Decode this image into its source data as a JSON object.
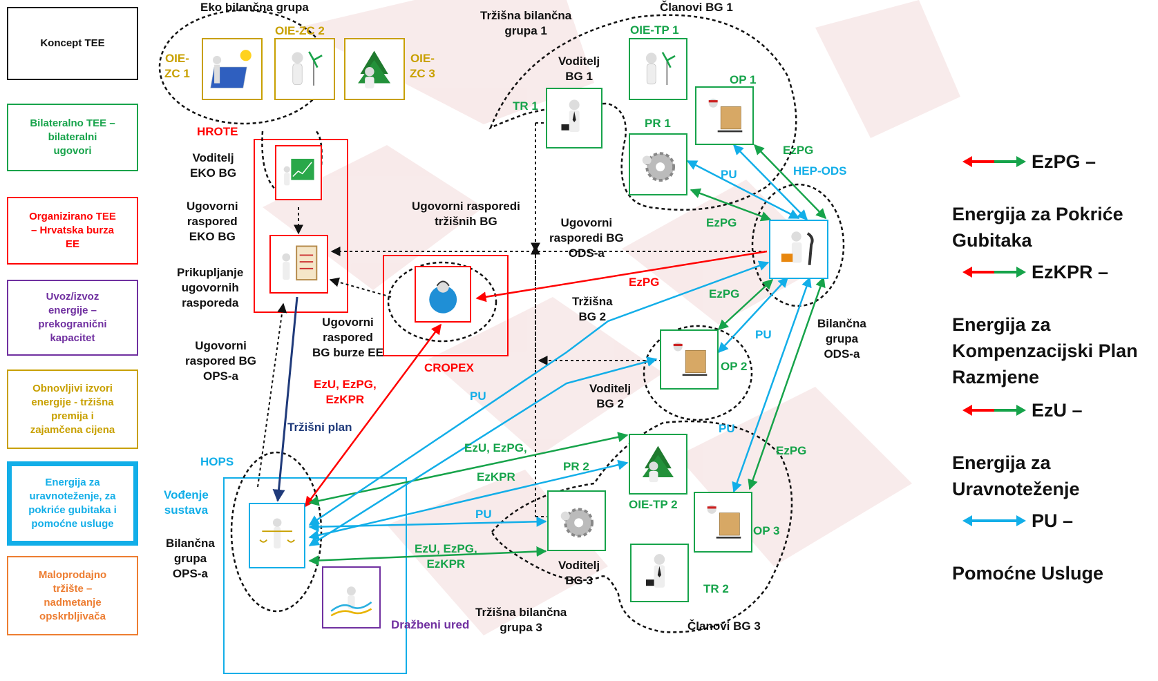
{
  "colors": {
    "green": "#16a34a",
    "red": "#ff0000",
    "cyan": "#12aee8",
    "navy": "#1f3a7a",
    "gold": "#c8a000",
    "purple": "#7030a0",
    "orange": "#ed7d31",
    "black": "#111111",
    "watermark": "#f2d4d4"
  },
  "legend": [
    {
      "text": "Koncept TEE",
      "color": "#111111",
      "border": "#111111"
    },
    {
      "text": "Bilateralno TEE –\nbilateralni\nugovori",
      "color": "#16a34a",
      "border": "#16a34a"
    },
    {
      "text": "Organizirano TEE\n– Hrvatska burza\nEE",
      "color": "#ff0000",
      "border": "#ff0000"
    },
    {
      "text": "Uvoz/izvoz\nenergije –\nprekogranični\nkapacitet",
      "color": "#7030a0",
      "border": "#7030a0"
    },
    {
      "text": "Obnovljivi izvori\nenergije - tržišna\npremija i\nzajamčena cijena",
      "color": "#c8a000",
      "border": "#c8a000"
    },
    {
      "text": "Energija za\nuravnoteženje, za\npokriće gubitaka i\npomoćne usluge",
      "color": "#12aee8",
      "border": "#12aee8"
    },
    {
      "text": "Maloprodajno\ntržište –\nnadmetanje\nopskrbljivača",
      "color": "#ed7d31",
      "border": "#ed7d31"
    }
  ],
  "labels": {
    "eko_group": "Eko bilančna grupa",
    "oie_zc1": "OIE-\nZC 1",
    "oie_zc2": "OIE-ZC 2",
    "oie_zc3": "OIE-\nZC 3",
    "hrote": "HROTE",
    "voditelj_eko": "Voditelj\nEKO BG",
    "ugovorni_eko": "Ugovorni\nraspored\nEKO BG",
    "prikupljanje": "Prikupljanje\nugovornih\nrasporeda",
    "ugovorni_ops": "Ugovorni\nraspored BG\nOPS-a",
    "ugovorni_burze": "Ugovorni\nraspored\nBG burze EE",
    "cropex": "CROPEX",
    "ezu_ezpg_ezkpr_red": "EzU, EzPG,\nEzKPR",
    "trzisni_plan": "Tržišni plan",
    "hops": "HOPS",
    "vodjenje": "Vođenje\nsustava",
    "bilancna_ops": "Bilančna\ngrupa\nOPS-a",
    "drazbeni": "Dražbeni ured",
    "trz_bg1": "Tržišna bilančna\ngrupa 1",
    "clanovi_bg1": "Članovi BG 1",
    "oie_tp1": "OIE-TP 1",
    "voditelj_bg1": "Voditelj\nBG 1",
    "tr1": "TR 1",
    "pr1": "PR 1",
    "op1": "OP 1",
    "ugovorni_trzisnih": "Ugovorni rasporedi\ntržišnih BG",
    "ugovorni_ods": "Ugovorni\nrasporedi BG\nODS-a",
    "hep_ods": "HEP-ODS",
    "ezpg_a": "EzPG",
    "pu_a": "PU",
    "ezpg_b": "EzPG",
    "ezpg_red": "EzPG",
    "ezpg_c": "EzPG",
    "trz_bg2": "Tržišna\nBG 2",
    "pu_b": "PU",
    "bilancna_ods": "Bilančna\ngrupa\nODS-a",
    "op2": "OP 2",
    "voditelj_bg2": "Voditelj\nBG 2",
    "pu_c": "PU",
    "pu_d": "PU",
    "ezpg_d": "EzPG",
    "ezu_ezpg_g1": "EzU, EzPG,",
    "ezkpr_g1": "EzKPR",
    "pr2": "PR 2",
    "oie_tp2": "OIE-TP 2",
    "pu_e": "PU",
    "op3": "OP 3",
    "ezu_ezpg_g2": "EzU, EzPG,\nEzKPR",
    "voditelj_bg3": "Voditelj\nBG 3",
    "tr2": "TR 2",
    "trz_bg3": "Tržišna bilančna\ngrupa 3",
    "clanovi_bg3": "Članovi BG 3"
  },
  "right_legend": [
    {
      "title": "EzPG –",
      "desc": "Energija za Pokriće\nGubitaka",
      "arrow": "red-green"
    },
    {
      "title": "EzKPR –",
      "desc": "Energija za\nKompenzacijski Plan\nRazmjene",
      "arrow": "red-green"
    },
    {
      "title": "EzU –",
      "desc": "Energija za\nUravnoteženje",
      "arrow": "red-green"
    },
    {
      "title": "PU –",
      "desc": "Pomoćne Usluge",
      "arrow": "cyan"
    }
  ],
  "icons": {
    "solar": "solar-panel-icon",
    "wind_person": "wind-turbine-person-icon",
    "tree_person": "tree-carrier-icon",
    "chart": "chart-board-icon",
    "clipboard": "clipboard-presenter-icon",
    "globe": "globe-operator-icon",
    "scale": "justice-scale-icon",
    "auction": "auction-cables-icon",
    "businessman": "businessman-icon",
    "gear": "gear-person-icon",
    "boxes": "delivery-boxes-icon",
    "tools": "wrench-toolbox-icon"
  }
}
